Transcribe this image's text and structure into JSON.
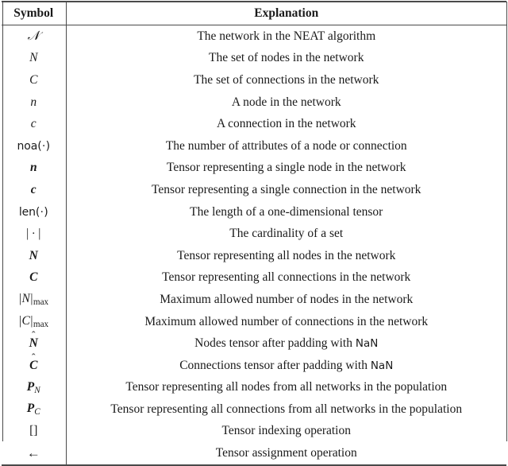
{
  "table": {
    "headers": {
      "symbol": "Symbol",
      "explanation": "Explanation"
    },
    "rows": [
      {
        "symbol": "ᵊ",
        "symbol_text": "N (calligraphic)",
        "explanation": "The network in the NEAT algorithm"
      },
      {
        "symbol": "N",
        "symbol_text": "N",
        "explanation": "The set of nodes in the network"
      },
      {
        "symbol": "C",
        "symbol_text": "C",
        "explanation": "The set of connections in the network"
      },
      {
        "symbol": "n",
        "symbol_text": "n",
        "explanation": "A node in the network"
      },
      {
        "symbol": "c",
        "symbol_text": "c",
        "explanation": "A connection in the network"
      },
      {
        "symbol": "noa(·)",
        "symbol_text": "noa(.)",
        "explanation": "The number of attributes of a node or connection"
      },
      {
        "symbol": "n",
        "symbol_text": "n (bold)",
        "explanation": "Tensor representing a single node in the network"
      },
      {
        "symbol": "c",
        "symbol_text": "c (bold)",
        "explanation": "Tensor representing a single connection in the network"
      },
      {
        "symbol": "len(·)",
        "symbol_text": "len(.)",
        "explanation": "The length of a one-dimensional tensor"
      },
      {
        "symbol": "|·|",
        "symbol_text": "| . |",
        "explanation": "The cardinality of a set"
      },
      {
        "symbol": "N",
        "symbol_text": "N (bold)",
        "explanation": "Tensor representing all nodes in the network"
      },
      {
        "symbol": "C",
        "symbol_text": "C (bold)",
        "explanation": "Tensor representing all connections in the network"
      },
      {
        "symbol": "|N|max",
        "symbol_text": "|N|_max",
        "explanation": "Maximum allowed number of nodes in the network"
      },
      {
        "symbol": "|C|max",
        "symbol_text": "|C|_max",
        "explanation": "Maximum allowed number of connections in the network"
      },
      {
        "symbol": "N̂",
        "symbol_text": "N hat (bold)",
        "explanation_pre": "Nodes tensor after padding with ",
        "explanation_code": "NaN",
        "explanation": "Nodes tensor after padding with NaN"
      },
      {
        "symbol": "Ĉ",
        "symbol_text": "C hat (bold)",
        "explanation_pre": "Connections tensor after padding with ",
        "explanation_code": "NaN",
        "explanation": "Connections tensor after padding with NaN"
      },
      {
        "symbol": "P_N",
        "symbol_text": "P subscript N (bold)",
        "explanation": "Tensor representing all nodes from all networks in the population"
      },
      {
        "symbol": "P_C",
        "symbol_text": "P subscript C (bold)",
        "explanation": "Tensor representing all connections from all networks in the population"
      },
      {
        "symbol": "[]",
        "symbol_text": "[]",
        "explanation": "Tensor indexing operation"
      },
      {
        "symbol": "←",
        "symbol_text": "left arrow",
        "explanation": "Tensor assignment operation"
      }
    ]
  },
  "colors": {
    "rule": "#4a4a4a",
    "text": "#1a1a1a",
    "background": "#ffffff"
  }
}
